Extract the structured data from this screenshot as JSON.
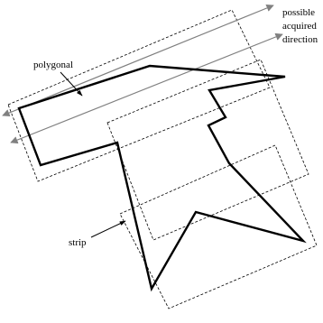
{
  "labels": {
    "possible": "possible",
    "acquired": "acquired",
    "direction": "direction",
    "polygonal": "polygonal",
    "strip": "strip"
  },
  "colors": {
    "polygon_stroke": "#000000",
    "strip_stroke": "#000000",
    "direction_arrow": "#808080",
    "label_arrow": "#000000",
    "background": "#ffffff"
  }
}
